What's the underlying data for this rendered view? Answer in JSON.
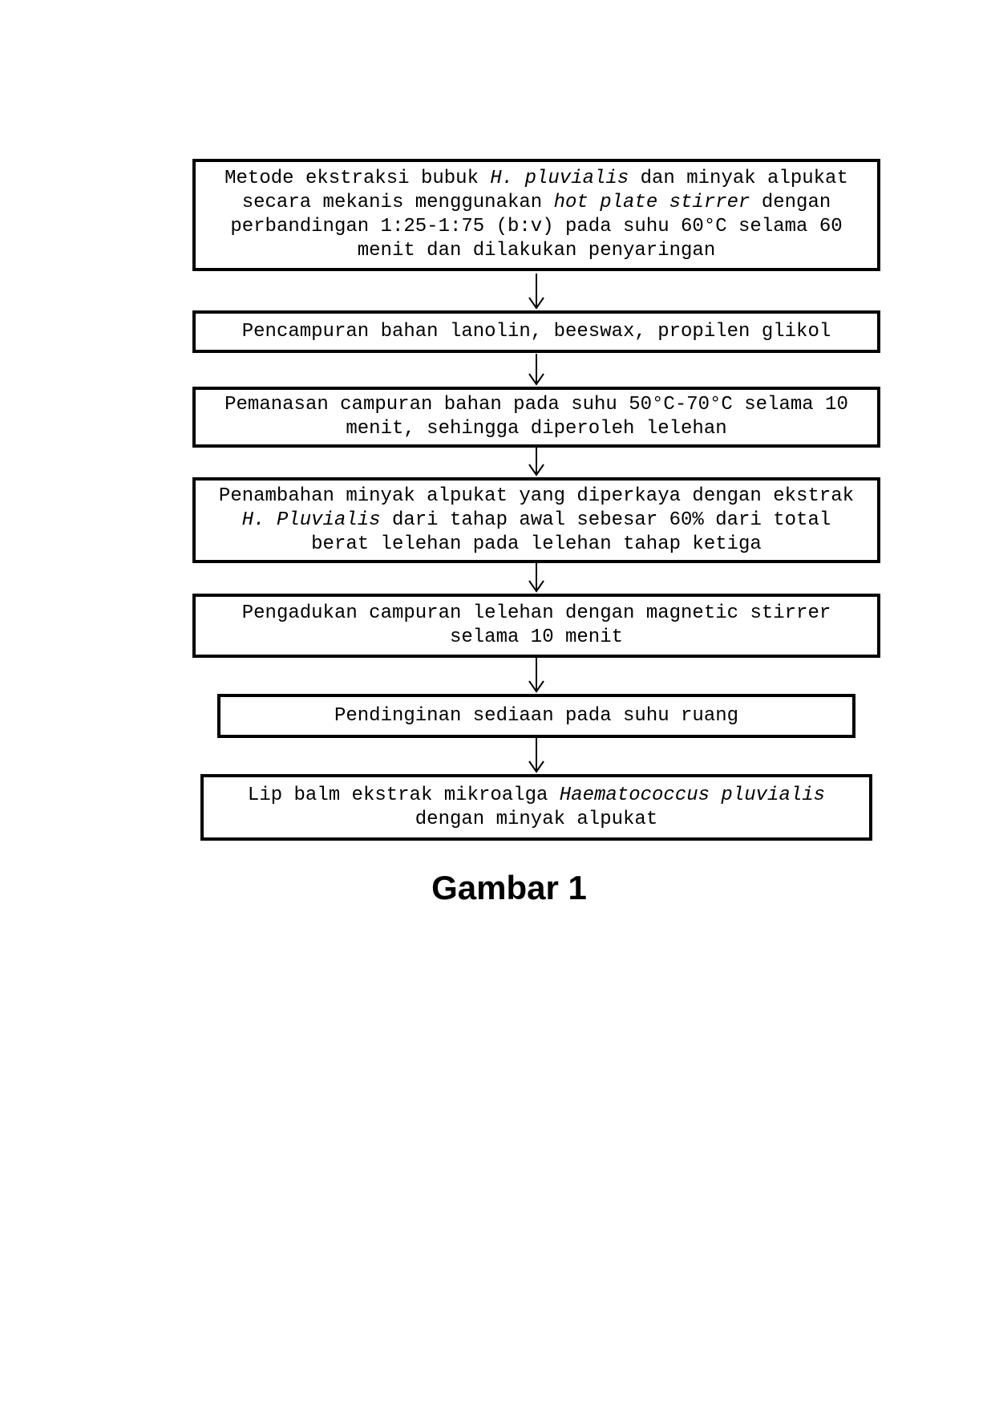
{
  "figure": {
    "caption": "Gambar 1",
    "colors": {
      "background": "#ffffff",
      "box_border": "#000000",
      "arrow": "#000000",
      "text": "#000000"
    },
    "boxes": [
      {
        "step": 1,
        "lines": [
          [
            {
              "t": "Metode ekstraksi bubuk "
            },
            {
              "t": "H. pluvialis",
              "i": true
            },
            {
              "t": " dan minyak alpukat"
            }
          ],
          [
            {
              "t": "secara mekanis menggunakan "
            },
            {
              "t": "hot plate stirrer",
              "i": true
            },
            {
              "t": " dengan"
            }
          ],
          [
            {
              "t": "perbandingan 1:25-1:75 (b:v) pada suhu 60°C selama 60"
            }
          ],
          [
            {
              "t": "menit dan dilakukan penyaringan"
            }
          ]
        ]
      },
      {
        "step": 2,
        "lines": [
          [
            {
              "t": "Pencampuran bahan lanolin, beeswax, propilen glikol"
            }
          ]
        ]
      },
      {
        "step": 3,
        "lines": [
          [
            {
              "t": "Pemanasan campuran bahan pada suhu 50°C-70°C selama 10"
            }
          ],
          [
            {
              "t": "menit, sehingga diperoleh lelehan"
            }
          ]
        ]
      },
      {
        "step": 4,
        "lines": [
          [
            {
              "t": "Penambahan minyak alpukat yang diperkaya dengan ekstrak"
            }
          ],
          [
            {
              "t": "H. Pluvialis",
              "i": true
            },
            {
              "t": " dari tahap awal sebesar 60% dari total"
            }
          ],
          [
            {
              "t": "berat lelehan pada lelehan tahap ketiga"
            }
          ]
        ]
      },
      {
        "step": 5,
        "lines": [
          [
            {
              "t": "Pengadukan campuran lelehan dengan magnetic stirrer"
            }
          ],
          [
            {
              "t": "selama 10 menit"
            }
          ]
        ]
      },
      {
        "step": 6,
        "lines": [
          [
            {
              "t": "Pendinginan sediaan pada suhu ruang"
            }
          ]
        ]
      },
      {
        "step": 7,
        "lines": [
          [
            {
              "t": "Lip balm ekstrak mikroalga "
            },
            {
              "t": "Haematococcus pluvialis",
              "i": true
            }
          ],
          [
            {
              "t": "dengan minyak alpukat"
            }
          ]
        ]
      }
    ]
  }
}
